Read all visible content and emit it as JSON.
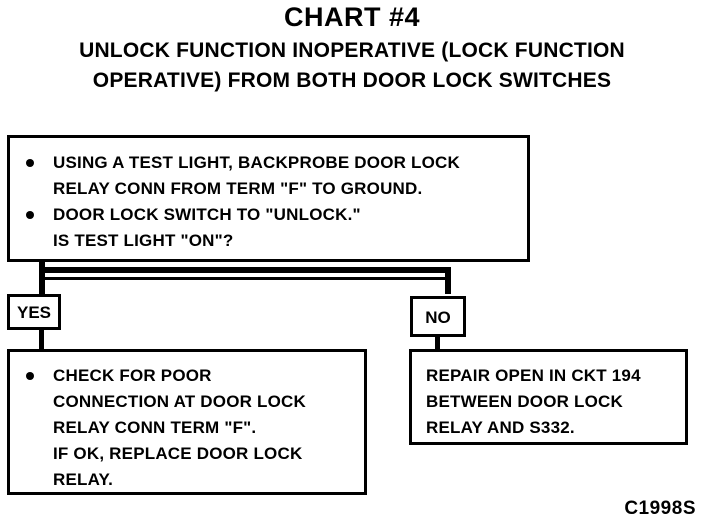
{
  "header": {
    "title": "CHART #4",
    "subtitle_line1": "UNLOCK FUNCTION INOPERATIVE (LOCK FUNCTION",
    "subtitle_line2": "OPERATIVE) FROM BOTH DOOR LOCK SWITCHES"
  },
  "test_step": {
    "line1": "USING A TEST LIGHT, BACKPROBE DOOR LOCK",
    "line2": "RELAY CONN FROM TERM \"F\" TO GROUND.",
    "line3": "DOOR LOCK SWITCH TO \"UNLOCK.\"",
    "line4": "IS TEST LIGHT \"ON\"?"
  },
  "branches": {
    "yes_label": "YES",
    "no_label": "NO"
  },
  "yes_action": {
    "line1": "CHECK FOR POOR",
    "line2": "CONNECTION AT DOOR LOCK",
    "line3": "RELAY CONN TERM \"F\".",
    "line4": "IF OK, REPLACE DOOR LOCK",
    "line5": "RELAY."
  },
  "no_action": {
    "line1": "REPAIR OPEN IN CKT 194",
    "line2": "BETWEEN DOOR LOCK",
    "line3": "RELAY AND S332."
  },
  "figure_code": "C1998S"
}
